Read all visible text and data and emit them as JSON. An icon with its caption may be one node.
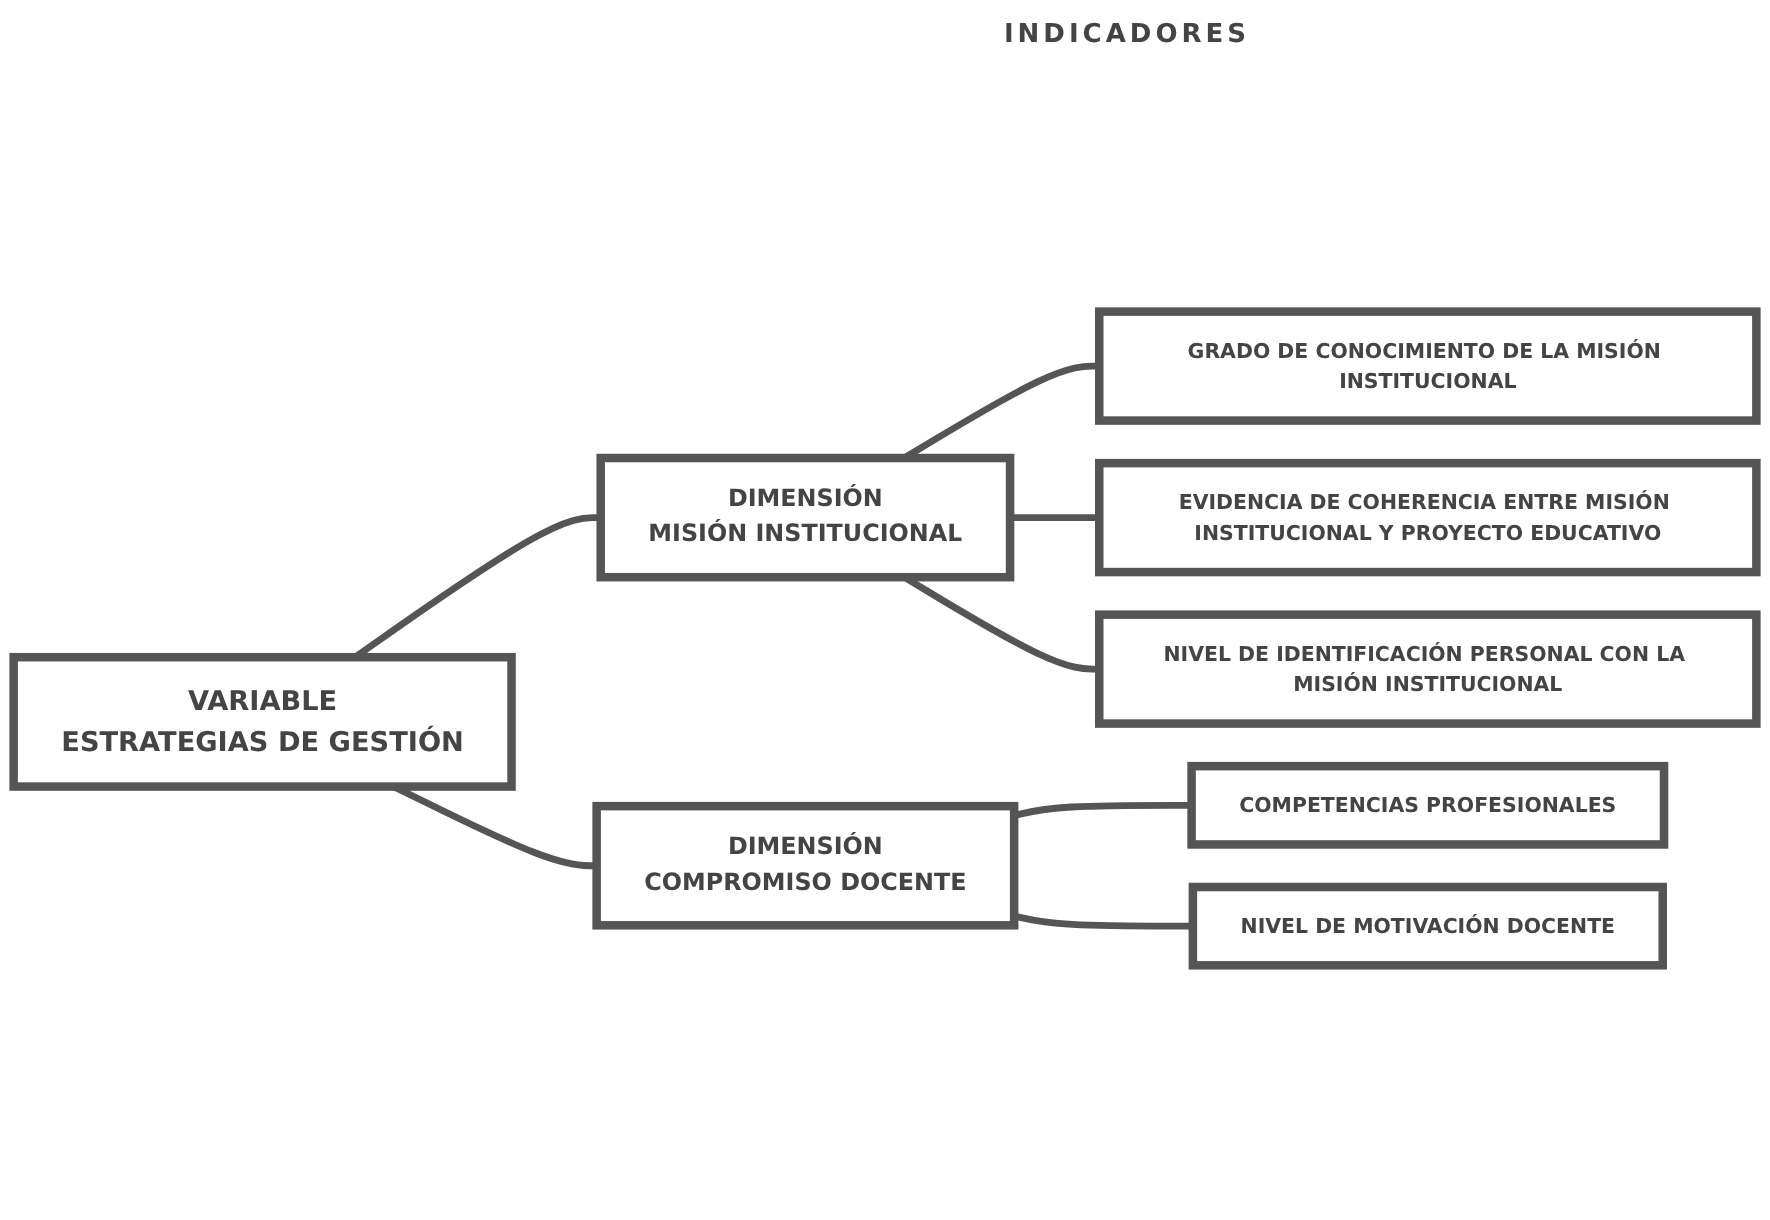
{
  "diagram": {
    "nodes": [
      {
        "text": [
          "VARIABLE",
          "ESTRATEGIAS DE GESTIÓN"
        ]
      },
      {
        "text": [
          "DIMENSIÓN",
          "MISIÓN INSTITUCIONAL"
        ]
      },
      {
        "text": [
          "GRADO DE CONOCIMIENTO DE LA MISIÓN INSTITUCIONAL"
        ]
      },
      {
        "text": [
          "EVIDENCIA DE COHERENCIA ENTRE MISIÓN INSTITUCIONAL Y PROYECTO EDUCATIVO"
        ]
      },
      {
        "text": [
          "NIVEL DE IDENTIFICACIÓN PERSONAL CON LA MISIÓN INSTITUCIONAL"
        ]
      },
      {
        "text": [
          "DIMENSIÓN",
          "COMPROMISO DOCENTE"
        ]
      },
      {
        "text": [
          "COMPETENCIAS PROFESIONALES"
        ]
      },
      {
        "text": [
          "NIVEL DE MOTIVACIÓN DOCENTE"
        ]
      }
    ],
    "edges": [
      {
        "from": 0,
        "to": 1,
        "arrow": "none"
      },
      {
        "from": 0,
        "to": 5,
        "arrow": "none"
      },
      {
        "from": 1,
        "to": 2,
        "arrow": "none"
      },
      {
        "from": 1,
        "to": 3,
        "arrow": "none"
      },
      {
        "from": 1,
        "to": 4,
        "arrow": "none"
      },
      {
        "from": 5,
        "to": 6,
        "arrow": "none"
      },
      {
        "from": 5,
        "to": 7,
        "arrow": "none"
      }
    ],
    "labels": [
      "INDICADORES"
    ]
  }
}
